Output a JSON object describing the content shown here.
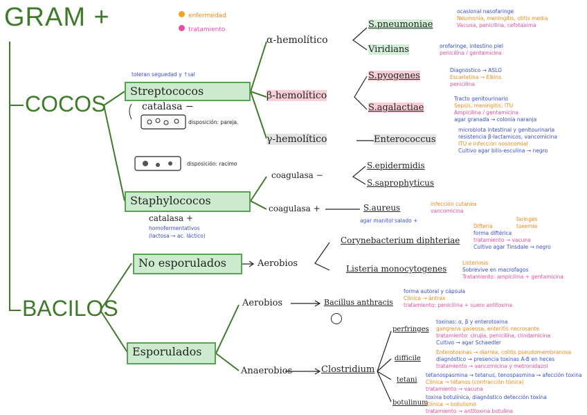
{
  "title": "GRAM +",
  "legend": {
    "enfermedad": {
      "label": "enfermedad",
      "color": "#f2a51a"
    },
    "tratamiento": {
      "label": "tratamiento",
      "color": "#e84f9e"
    }
  },
  "cocos": {
    "label": "COCOS",
    "streptococos": {
      "label": "Streptococos",
      "note": "toleran seguedad y ↑sal",
      "catalasa": "catalasa −",
      "disposicion": "disposición: pareja.",
      "alfa": {
        "label": "α-hemolítico",
        "pneumoniae": {
          "label": "S.pneumoniae",
          "lines": [
            "ocasional nasofaringe",
            "Neumonia, meningitis, otitis media",
            "Vacuna, penicilina, cefotaxima"
          ]
        },
        "viridans": {
          "label": "Viridians",
          "lines": [
            "orofaringe, intestino piel",
            "penicilina / gentamicina"
          ]
        }
      },
      "beta": {
        "label": "β-hemolítico",
        "pyogenes": {
          "label": "S.pyogenes",
          "lines": [
            "Diagnostico → ASLO",
            "Escarlatina → Elkins",
            "penicilina"
          ]
        },
        "agalactiae": {
          "label": "S.agalactiae",
          "lines": [
            "Tracto genitourinario",
            "Sepsis, meningitis, ITU",
            "Ampicilina / gentamicina",
            "agar granada → colonia naranja"
          ]
        }
      },
      "gamma": {
        "label": "γ-hemolítico",
        "enterococcus": {
          "label": "Enterococcus",
          "lines": [
            "microbiota intestinal y genitourinaria",
            "resistencia β-lactamicos, vancomicina",
            "ITU e infección nosocomial",
            "Cultivo agar bilis-esculina → negro"
          ]
        }
      }
    },
    "staphylococos": {
      "label": "Staphylococos",
      "catalasa": "catalasa +",
      "note": "homofermentativos",
      "note2": "(lactosa → ac. láctico)",
      "disposicion": "disposición: racimo",
      "coag_neg": {
        "label": "coagulasa −",
        "species": [
          "S.epidermidis",
          "S.saprophyticus"
        ]
      },
      "coag_pos": {
        "label": "coagulasa +",
        "aureus": {
          "label": "S.aureus",
          "lines": [
            "infección cutanea",
            "vancomicina"
          ],
          "agar": "agar manitol salado +"
        }
      }
    }
  },
  "bacilos": {
    "label": "BACILOS",
    "no_esporulados": {
      "label": "No esporulados",
      "aerobios": "Aerobios",
      "corynebacterium": {
        "label": "Corynebacterium diphteriae",
        "lines": [
          "Difteria",
          "forma diftérica",
          "tratamiento → vacuna",
          "Cultivo agar Tinsdale → negro"
        ],
        "side": [
          "faringes",
          "toxemia"
        ]
      },
      "listeria": {
        "label": "Listeria monocytogenes",
        "lines": [
          "Listeriosis",
          "Sobrevive en macrofagos",
          "Tratamiento: ampicilina + gentamicina"
        ]
      }
    },
    "esporulados": {
      "label": "Esporulados",
      "aerobios": "Aerobios",
      "anaerobios": "Anaerobios",
      "bacillus": {
        "label": "Bacillus anthracis",
        "lines": [
          "forma autoral y cápsula",
          "Clínica → ántrax",
          "tratamiento: penicilina + suero antitoxina"
        ]
      },
      "clostridium": {
        "label": "Clostridium",
        "perfringens": {
          "label": "perfringes",
          "lines": [
            "toxinas: α, β y enterotoxina",
            "gangrena gaseosa, enteritis necrosante",
            "tratamiento: cirujía, penicilina, clindamicina",
            "Cultivo → agar Schaedler"
          ]
        },
        "difficile": {
          "label": "difficile",
          "lines": [
            "Enterotoxinas → diarrea, colitis pseudomembranosa",
            "diagnóstico → presencia toxinas A-B en heces",
            "tratamiento → vancomicina y metronidazol"
          ]
        },
        "tetani": {
          "label": "tetani",
          "lines": [
            "tetanospasmina → tetanus, tenospasmina → afección toxina",
            "Clínica → tétanos (contracción tónica)",
            "tratamiento → vacuna"
          ]
        },
        "botulinum": {
          "label": "botulinum",
          "lines": [
            "toxina botulínica, diagnóstico detección toxina",
            "Clínica → botulismo",
            "tratamiento → antitoxina botulina"
          ]
        }
      }
    }
  }
}
